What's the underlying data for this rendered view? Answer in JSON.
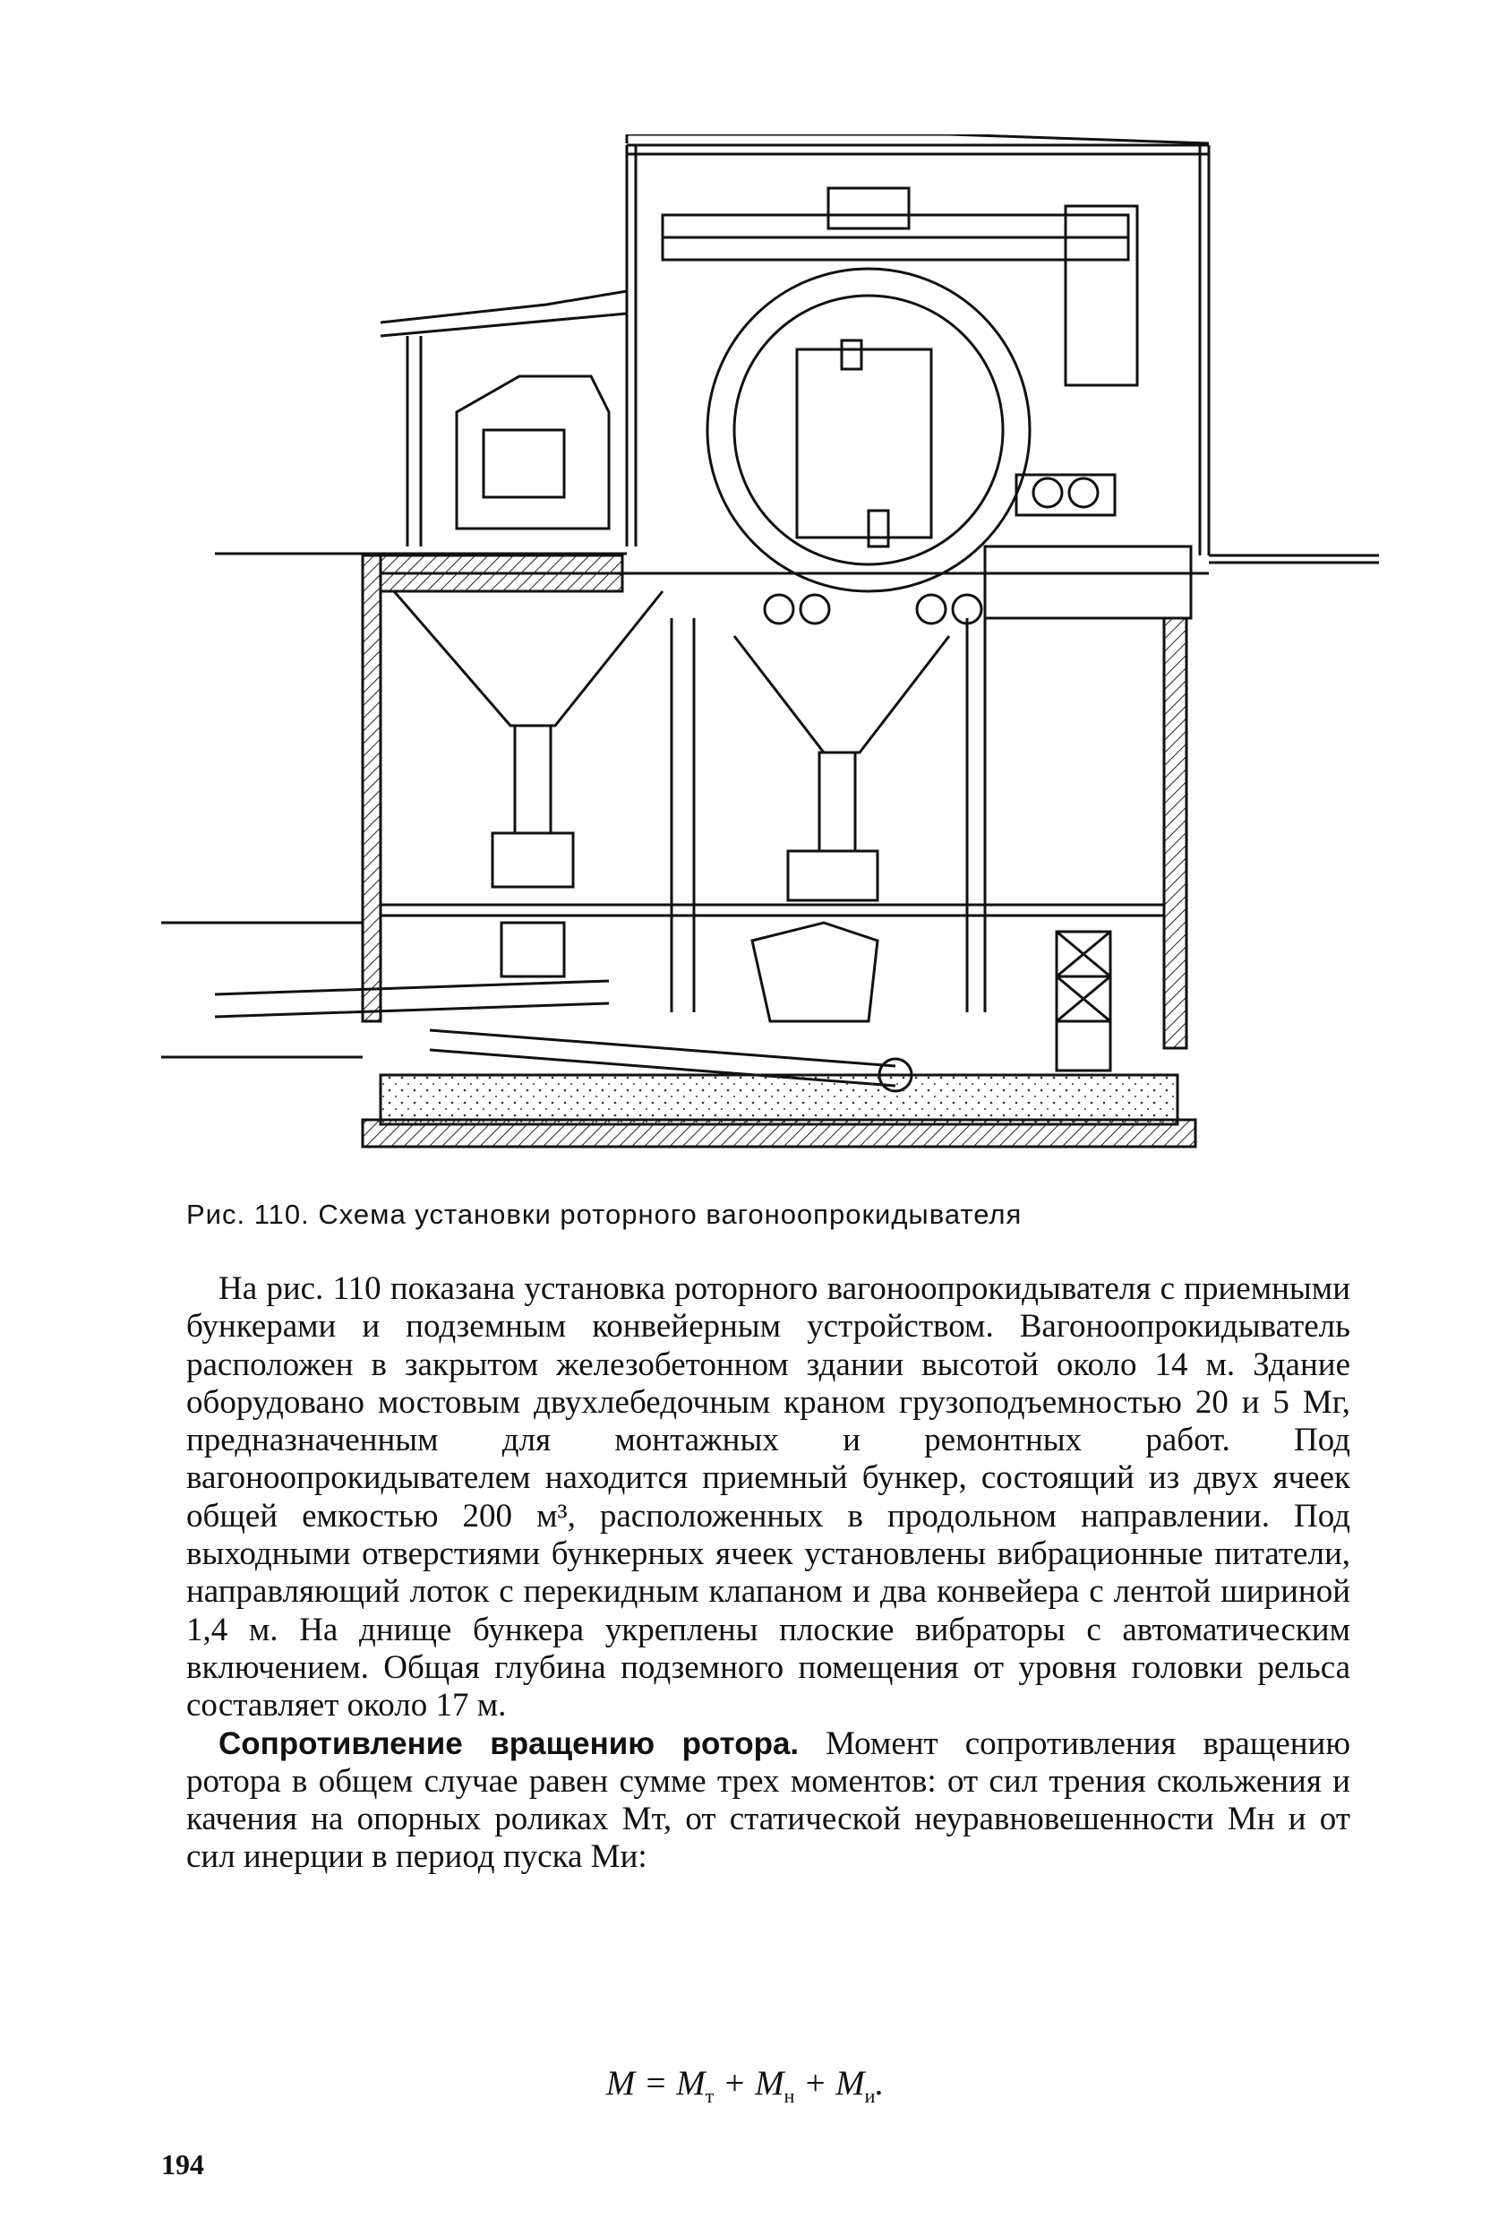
{
  "figure": {
    "caption": "Рис. 110. Схема установки роторного вагоноопрокидывателя",
    "icon": "rotary-car-dumper-section-drawing"
  },
  "paragraphs": [
    "На рис. 110 показана установка роторного вагоноопрокидывателя с приемными бункерами и подземным конвейерным устройством. Вагоноопрокидыватель расположен в закрытом железобетонном здании высотой около 14 м. Здание оборудовано мостовым двухлебедочным краном грузоподъемностью 20 и 5 Мг, предназначенным для монтажных и ремонтных работ. Под вагоноопрокидывателем находится приемный бункер, состоящий из двух ячеек общей емкостью 200 м³, расположенных в продольном направлении. Под выходными отверстиями бункерных ячеек установлены вибрационные питатели, направляющий лоток с перекидным клапаном и два конвейера с лентой шириной 1,4 м. На днище бункера укреплены плоские вибраторы с автоматическим включением. Общая глубина подземного помещения от уровня головки рельса составляет около 17 м."
  ],
  "section": {
    "heading": "Сопротивление вращению ротора.",
    "text": " Момент сопротивления вращению ротора в общем случае равен сумме трех моментов: от сил трения скольжения и качения на опорных роликах Мт, от статической неуравновешенности Мн и от сил инерции в период пуска Ми:"
  },
  "formula": {
    "M": "M",
    "eq": " = ",
    "Mt": "M",
    "t_sub": "т",
    "plus1": " + ",
    "Mn": "M",
    "n_sub": "н",
    "plus2": " + ",
    "Mi": "M",
    "i_sub": "и",
    "end": "."
  },
  "page_number": "194"
}
